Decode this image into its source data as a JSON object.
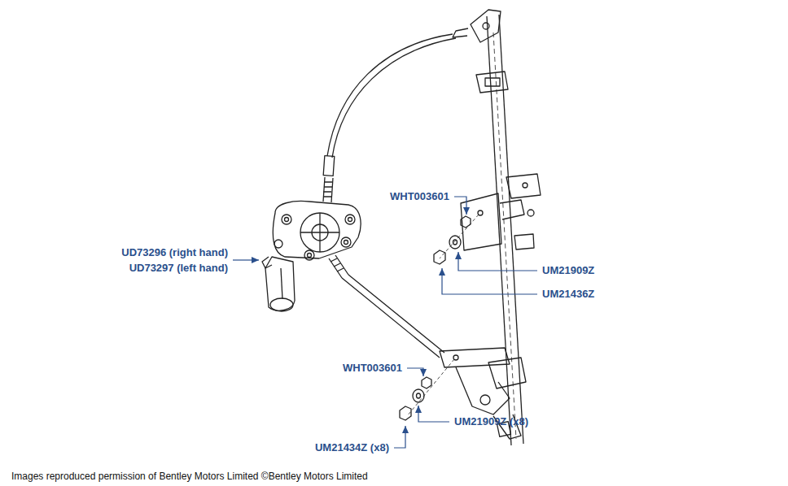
{
  "diagram": {
    "caption": "Images reproduced permission of Bentley Motors Limited ©Bentley Motors Limited",
    "labels": [
      "UD73296 (right hand)",
      "UD73297 (left hand)",
      "WHT003601",
      "UM21909Z",
      "UM21436Z",
      "WHT003601",
      "UM21909Z (x8)",
      "UM21434Z (x8)"
    ]
  }
}
